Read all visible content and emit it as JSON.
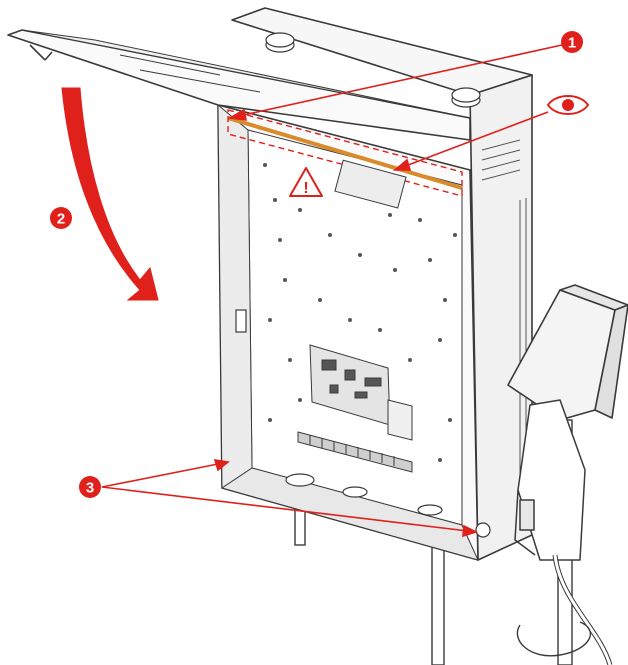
{
  "callouts": [
    {
      "label": "1"
    },
    {
      "label": "2"
    },
    {
      "label": "3"
    }
  ],
  "warning_symbol": "!",
  "icons": {
    "inspect": "eye-icon",
    "warning": "warning-triangle-icon",
    "rotate": "curved-arrow-icon"
  },
  "colors": {
    "callout_red": "#e0201b",
    "line": "#3a3a3a",
    "cable_orange": "#d98a2b"
  }
}
